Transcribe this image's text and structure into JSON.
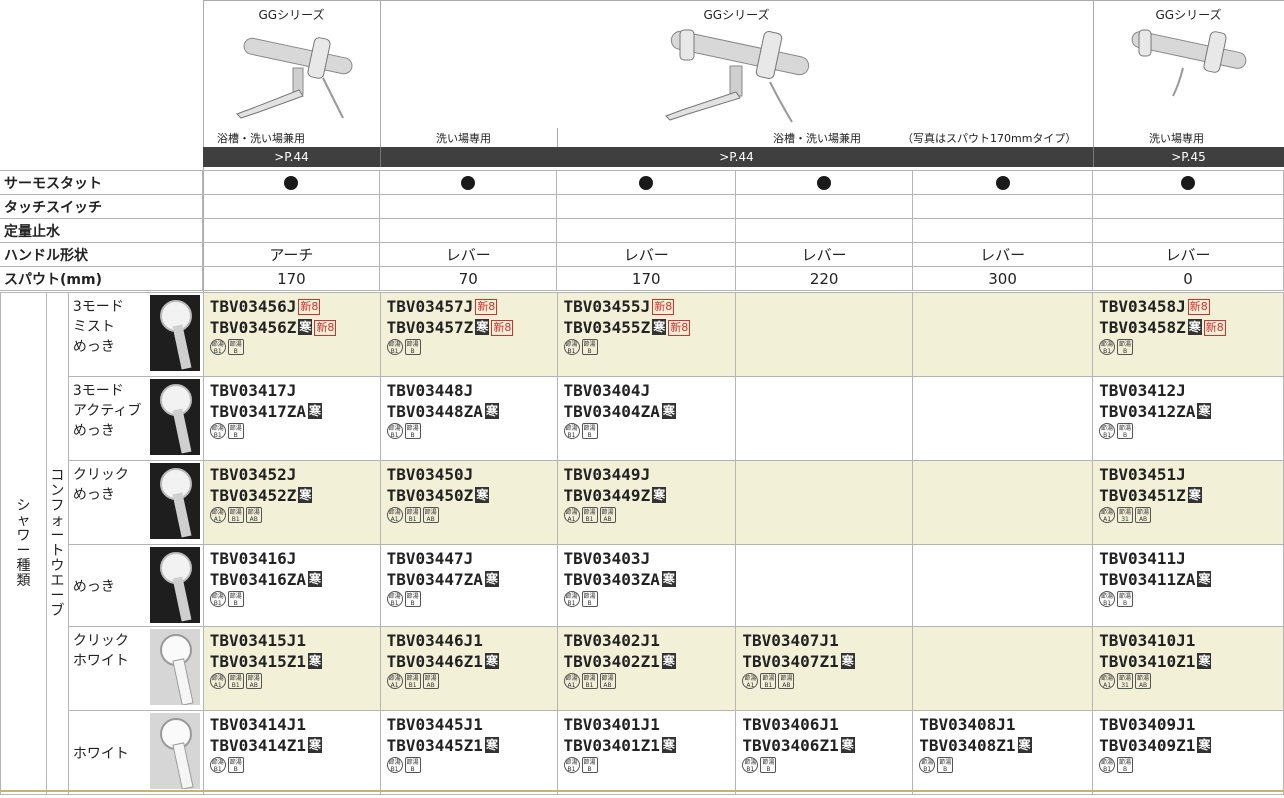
{
  "series": [
    {
      "title": "GGシリーズ",
      "usage": [
        "浴槽・洗い場兼用"
      ],
      "page": ">P.44"
    },
    {
      "title": "GGシリーズ",
      "usage": [
        "洗い場専用",
        "浴槽・洗い場兼用",
        "（写真はスパウト170mmタイプ）"
      ],
      "page": ">P.44"
    },
    {
      "title": "GGシリーズ",
      "usage": [
        "洗い場専用"
      ],
      "page": ">P.45"
    }
  ],
  "spec_rows": [
    {
      "label": "サーモスタット",
      "values": [
        "●",
        "●",
        "●",
        "●",
        "●",
        "●"
      ]
    },
    {
      "label": "タッチスイッチ",
      "values": [
        "",
        "",
        "",
        "",
        "",
        ""
      ]
    },
    {
      "label": "定量止水",
      "values": [
        "",
        "",
        "",
        "",
        "",
        ""
      ]
    },
    {
      "label": "ハンドル形状",
      "values": [
        "アーチ",
        "レバー",
        "レバー",
        "レバー",
        "レバー",
        "レバー"
      ]
    },
    {
      "label": "スパウト(mm)",
      "values": [
        "170",
        "70",
        "170",
        "220",
        "300",
        "0"
      ]
    }
  ],
  "shower_label": "シャワー種類",
  "comfort_label": "コンフォートウエーブ",
  "shower_rows": [
    {
      "name": "3モード\nミスト\nめっき",
      "img": "shower-head-plated-icon",
      "cells": [
        {
          "codes": [
            {
              "t": "TBV03456J",
              "shin": "新8"
            },
            {
              "t": "TBV03456Z",
              "kan": "寒",
              "shin": "新8"
            }
          ],
          "marks": [
            "節湯\nB1",
            "節湯\nB"
          ]
        },
        {
          "codes": [
            {
              "t": "TBV03457J",
              "shin": "新8"
            },
            {
              "t": "TBV03457Z",
              "kan": "寒",
              "shin": "新8"
            }
          ],
          "marks": [
            "節湯\nB1",
            "節湯\nB"
          ]
        },
        {
          "codes": [
            {
              "t": "TBV03455J",
              "shin": "新8"
            },
            {
              "t": "TBV03455Z",
              "kan": "寒",
              "shin": "新8"
            }
          ],
          "marks": [
            "節湯\nB1",
            "節湯\nB"
          ]
        },
        null,
        null,
        {
          "codes": [
            {
              "t": "TBV03458J",
              "shin": "新8"
            },
            {
              "t": "TBV03458Z",
              "kan": "寒",
              "shin": "新8"
            }
          ],
          "marks": [
            "節湯\nB1",
            "節湯\nB"
          ]
        }
      ]
    },
    {
      "name": "3モード\nアクティブ\nめっき",
      "img": "shower-head-plated-icon",
      "cells": [
        {
          "codes": [
            {
              "t": "TBV03417J"
            },
            {
              "t": "TBV03417ZA",
              "kan": "寒"
            }
          ],
          "marks": [
            "節湯\nB1",
            "節湯\nB"
          ]
        },
        {
          "codes": [
            {
              "t": "TBV03448J"
            },
            {
              "t": "TBV03448ZA",
              "kan": "寒"
            }
          ],
          "marks": [
            "節湯\nB1",
            "節湯\nB"
          ]
        },
        {
          "codes": [
            {
              "t": "TBV03404J"
            },
            {
              "t": "TBV03404ZA",
              "kan": "寒"
            }
          ],
          "marks": [
            "節湯\nB1",
            "節湯\nB"
          ]
        },
        null,
        null,
        {
          "codes": [
            {
              "t": "TBV03412J"
            },
            {
              "t": "TBV03412ZA",
              "kan": "寒"
            }
          ],
          "marks": [
            "節湯\nB1",
            "節湯\nB"
          ]
        }
      ]
    },
    {
      "name": "クリック\nめっき",
      "img": "shower-head-plated-icon",
      "cells": [
        {
          "codes": [
            {
              "t": "TBV03452J"
            },
            {
              "t": "TBV03452Z",
              "kan": "寒"
            }
          ],
          "marks": [
            "節湯\nA1",
            "節湯\nB1",
            "節湯\nAB"
          ]
        },
        {
          "codes": [
            {
              "t": "TBV03450J"
            },
            {
              "t": "TBV03450Z",
              "kan": "寒"
            }
          ],
          "marks": [
            "節湯\nA1",
            "節湯\nB1",
            "節湯\nAB"
          ]
        },
        {
          "codes": [
            {
              "t": "TBV03449J"
            },
            {
              "t": "TBV03449Z",
              "kan": "寒"
            }
          ],
          "marks": [
            "節湯\nA1",
            "節湯\nB1",
            "節湯\nAB"
          ]
        },
        null,
        null,
        {
          "codes": [
            {
              "t": "TBV03451J"
            },
            {
              "t": "TBV03451Z",
              "kan": "寒"
            }
          ],
          "marks": [
            "節湯\nA1",
            "節湯\n31",
            "節湯\nAB"
          ]
        }
      ]
    },
    {
      "name": "めっき",
      "img": "shower-head-plated-icon",
      "cells": [
        {
          "codes": [
            {
              "t": "TBV03416J"
            },
            {
              "t": "TBV03416ZA",
              "kan": "寒"
            }
          ],
          "marks": [
            "節湯\nB1",
            "節湯\nB"
          ]
        },
        {
          "codes": [
            {
              "t": "TBV03447J"
            },
            {
              "t": "TBV03447ZA",
              "kan": "寒"
            }
          ],
          "marks": [
            "節湯\nB1",
            "節湯\nB"
          ]
        },
        {
          "codes": [
            {
              "t": "TBV03403J"
            },
            {
              "t": "TBV03403ZA",
              "kan": "寒"
            }
          ],
          "marks": [
            "節湯\nB1",
            "節湯\nB"
          ]
        },
        null,
        null,
        {
          "codes": [
            {
              "t": "TBV03411J"
            },
            {
              "t": "TBV03411ZA",
              "kan": "寒"
            }
          ],
          "marks": [
            "節湯\nB1",
            "節湯\nB"
          ]
        }
      ]
    },
    {
      "name": "クリック\nホワイト",
      "img": "shower-head-white-icon",
      "cells": [
        {
          "codes": [
            {
              "t": "TBV03415J1"
            },
            {
              "t": "TBV03415Z1",
              "kan": "寒"
            }
          ],
          "marks": [
            "節湯\nA1",
            "節湯\nB1",
            "節湯\nAB"
          ]
        },
        {
          "codes": [
            {
              "t": "TBV03446J1"
            },
            {
              "t": "TBV03446Z1",
              "kan": "寒"
            }
          ],
          "marks": [
            "節湯\nA1",
            "節湯\nB1",
            "節湯\nAB"
          ]
        },
        {
          "codes": [
            {
              "t": "TBV03402J1"
            },
            {
              "t": "TBV03402Z1",
              "kan": "寒"
            }
          ],
          "marks": [
            "節湯\nA1",
            "節湯\nB1",
            "節湯\nAB"
          ]
        },
        {
          "codes": [
            {
              "t": "TBV03407J1"
            },
            {
              "t": "TBV03407Z1",
              "kan": "寒"
            }
          ],
          "marks": [
            "節湯\nA1",
            "節湯\nB1",
            "節湯\nAB"
          ]
        },
        null,
        {
          "codes": [
            {
              "t": "TBV03410J1"
            },
            {
              "t": "TBV03410Z1",
              "kan": "寒"
            }
          ],
          "marks": [
            "節湯\nA1",
            "節湯\n31",
            "節湯\nAB"
          ]
        }
      ]
    },
    {
      "name": "ホワイト",
      "img": "shower-head-white-icon",
      "cells": [
        {
          "codes": [
            {
              "t": "TBV03414J1"
            },
            {
              "t": "TBV03414Z1",
              "kan": "寒"
            }
          ],
          "marks": [
            "節湯\nB1",
            "節湯\nB"
          ]
        },
        {
          "codes": [
            {
              "t": "TBV03445J1"
            },
            {
              "t": "TBV03445Z1",
              "kan": "寒"
            }
          ],
          "marks": [
            "節湯\nB1",
            "節湯\nB"
          ]
        },
        {
          "codes": [
            {
              "t": "TBV03401J1"
            },
            {
              "t": "TBV03401Z1",
              "kan": "寒"
            }
          ],
          "marks": [
            "節湯\nB1",
            "節湯\nB"
          ]
        },
        {
          "codes": [
            {
              "t": "TBV03406J1"
            },
            {
              "t": "TBV03406Z1",
              "kan": "寒"
            }
          ],
          "marks": [
            "節湯\nB1",
            "節湯\nB"
          ]
        },
        {
          "codes": [
            {
              "t": "TBV03408J1"
            },
            {
              "t": "TBV03408Z1",
              "kan": "寒"
            }
          ],
          "marks": [
            "節湯\nB1",
            "節湯\nB"
          ]
        },
        {
          "codes": [
            {
              "t": "TBV03409J1"
            },
            {
              "t": "TBV03409Z1",
              "kan": "寒"
            }
          ],
          "marks": [
            "節湯\nB1",
            "節湯\nB"
          ]
        }
      ]
    }
  ],
  "colors": {
    "shade": "#f3f0d8",
    "band": "#3f3f3f",
    "kan_bg": "#333333",
    "shin": "#d03030"
  }
}
